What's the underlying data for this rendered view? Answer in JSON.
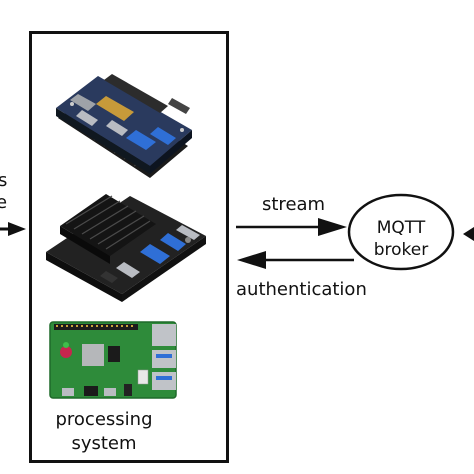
{
  "left_cut_label": {
    "line1": "s",
    "line2": "e"
  },
  "processing_system": {
    "line1": "processing",
    "line2": "system"
  },
  "edges": {
    "stream": "stream",
    "authentication": "authentication"
  },
  "broker": {
    "line1": "MQTT",
    "line2": "broker"
  },
  "devices": [
    {
      "icon": "single-board-computer-with-heatsink-icon"
    },
    {
      "icon": "jetson-nano-dev-kit-icon"
    },
    {
      "icon": "raspberry-pi-board-icon"
    }
  ],
  "colors": {
    "line": "#111111",
    "pcb_green": "#2e8b3a",
    "heatsink": "#1c1c1c",
    "usb_blue": "#2f6fd6",
    "port_metal": "#b9bcc2"
  }
}
